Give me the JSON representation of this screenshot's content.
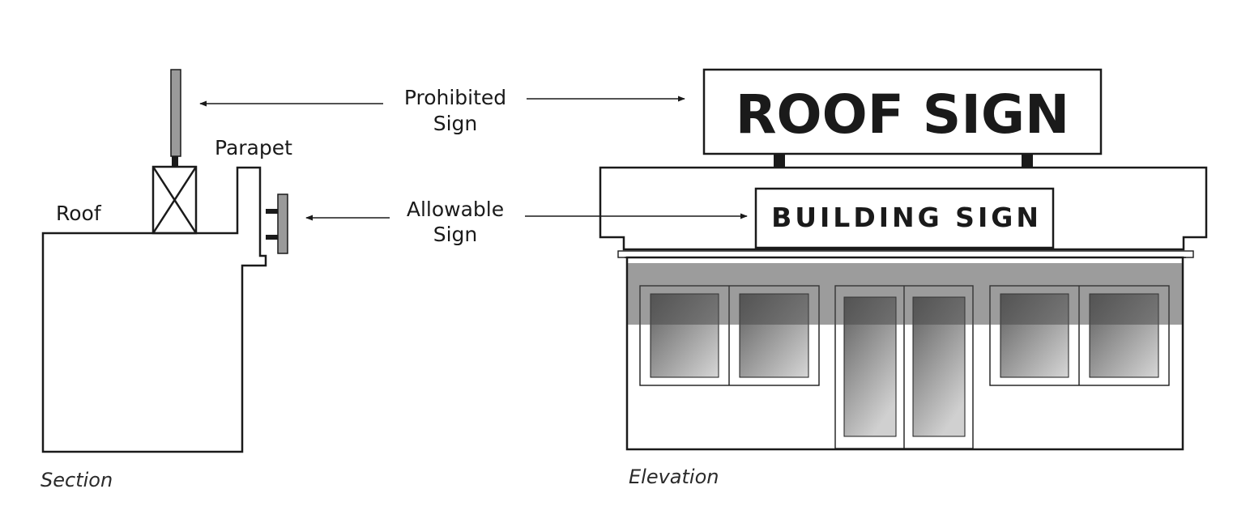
{
  "labels": {
    "prohibited_line1": "Prohibited",
    "prohibited_line2": "Sign",
    "allowable_line1": "Allowable",
    "allowable_line2": "Sign",
    "roof": "Roof",
    "parapet": "Parapet",
    "section": "Section",
    "elevation": "Elevation",
    "roof_sign": "ROOF SIGN",
    "building_sign": "BUILDING SIGN"
  },
  "colors": {
    "ink": "#1a1a1a",
    "sign_gray": "#9a9a9a",
    "awning_gray": "#8e8e8e",
    "awning_overlap": "#6b6b6b",
    "glass_dark": "#5e5e5e",
    "glass_light": "#d6d6d6"
  }
}
